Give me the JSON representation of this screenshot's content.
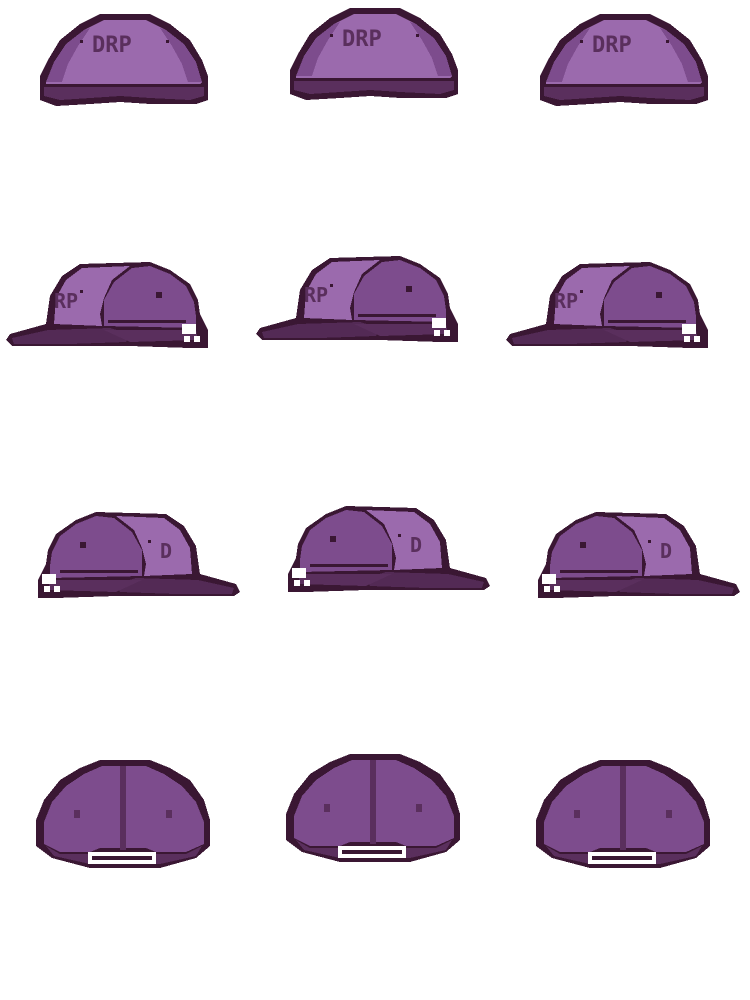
{
  "sprite_sheet": {
    "logo_text": "DRP",
    "logo_side_right": "RP",
    "logo_side_left": "D",
    "palette": {
      "outline": "#3a1733",
      "light": "#9b6aad",
      "mid": "#7d4c8d",
      "dark": "#5a2f5d",
      "brim": "#532a55",
      "stitch": "#3a1733",
      "white": "#ffffff"
    },
    "rows": [
      {
        "view": "front",
        "frames": [
          "front-1",
          "front-2",
          "front-3"
        ]
      },
      {
        "view": "facing-left",
        "frames": [
          "left-1",
          "left-2",
          "left-3"
        ]
      },
      {
        "view": "facing-right",
        "frames": [
          "right-1",
          "right-2",
          "right-3"
        ]
      },
      {
        "view": "back",
        "frames": [
          "back-1",
          "back-2",
          "back-3"
        ]
      }
    ]
  }
}
